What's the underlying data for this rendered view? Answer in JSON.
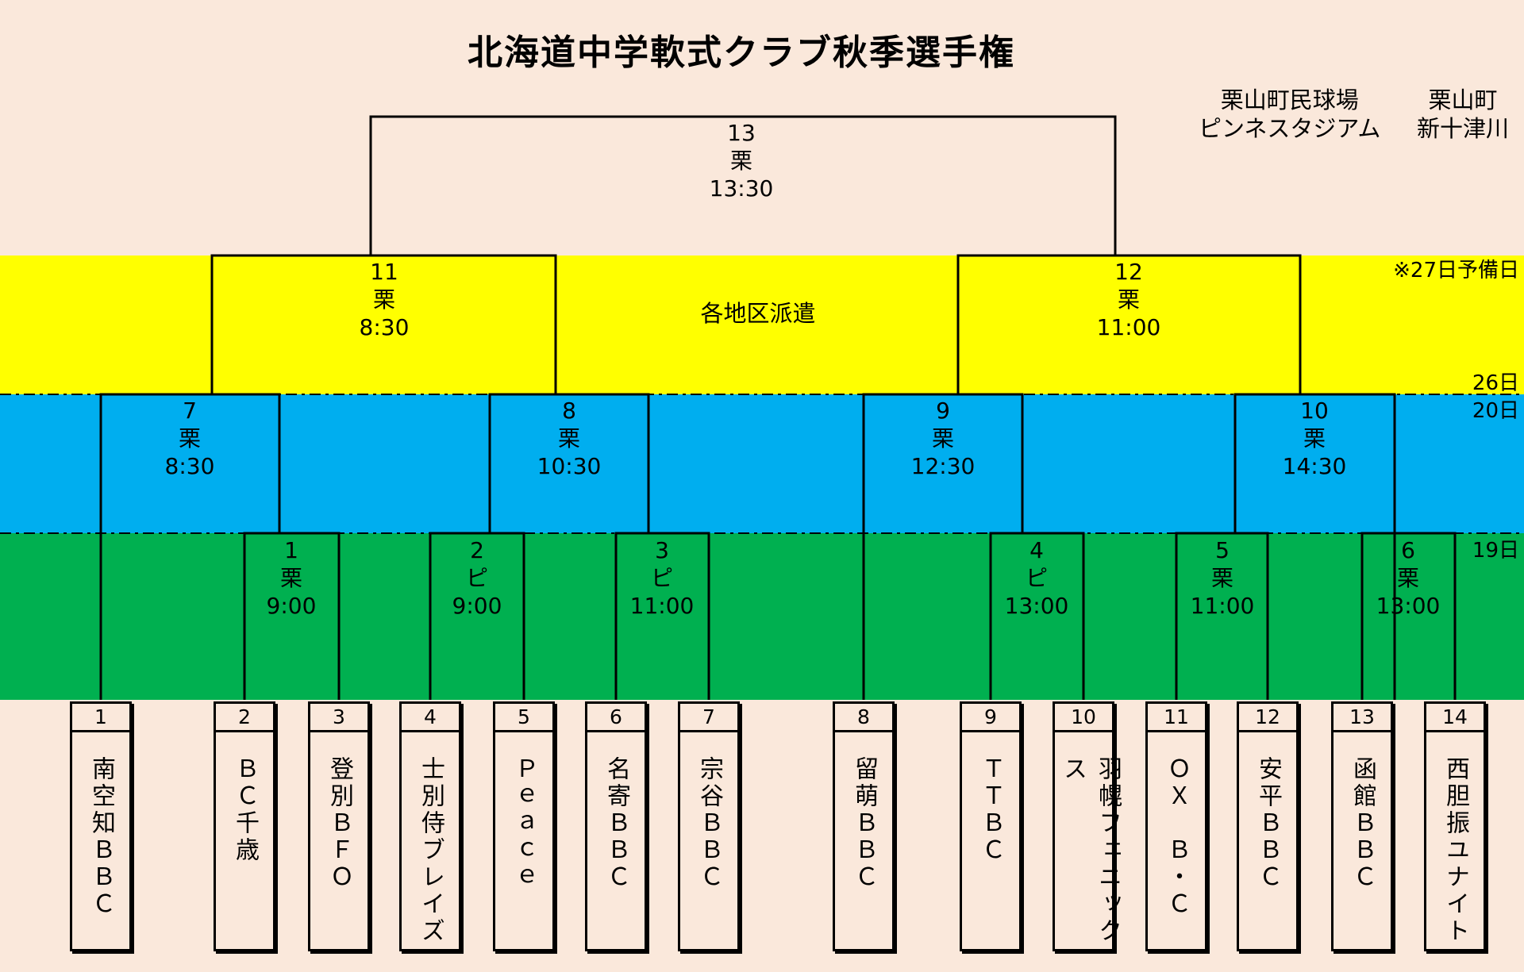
{
  "title": "北海道中学軟式クラブ秋季選手権",
  "venues": [
    {
      "line1": "栗山町民球場",
      "line2": "ピンネスタジアム"
    },
    {
      "line1": "栗山町",
      "line2": "新十津川"
    }
  ],
  "dates": {
    "reserve": "※27日予備日",
    "d26": "26日",
    "d20": "20日",
    "d19": "19日"
  },
  "note_center": "各地区派遣",
  "colors": {
    "background": "#FAE8DB",
    "band_final": "#FFFF00",
    "band_second": "#00AEEF",
    "band_first": "#00B050",
    "line": "#000000"
  },
  "games": [
    {
      "num": "1",
      "venue": "栗",
      "time": "9:00"
    },
    {
      "num": "2",
      "venue": "ピ",
      "time": "9:00"
    },
    {
      "num": "3",
      "venue": "ピ",
      "time": "11:00"
    },
    {
      "num": "4",
      "venue": "ピ",
      "time": "13:00"
    },
    {
      "num": "5",
      "venue": "栗",
      "time": "11:00"
    },
    {
      "num": "6",
      "venue": "栗",
      "time": "13:00"
    },
    {
      "num": "7",
      "venue": "栗",
      "time": "8:30"
    },
    {
      "num": "8",
      "venue": "栗",
      "time": "10:30"
    },
    {
      "num": "9",
      "venue": "栗",
      "time": "12:30"
    },
    {
      "num": "10",
      "venue": "栗",
      "time": "14:30"
    },
    {
      "num": "11",
      "venue": "栗",
      "time": "8:30"
    },
    {
      "num": "12",
      "venue": "栗",
      "time": "11:00"
    },
    {
      "num": "13",
      "venue": "栗",
      "time": "13:30"
    }
  ],
  "teams": [
    {
      "num": "1",
      "name": "南空知ＢＢＣ"
    },
    {
      "num": "2",
      "name": "ＢＣ千歳"
    },
    {
      "num": "3",
      "name": "登別ＢＦＯ"
    },
    {
      "num": "4",
      "name": "士別侍ブレイズ"
    },
    {
      "num": "5",
      "name": "Ｐｅａｃｅ"
    },
    {
      "num": "6",
      "name": "名寄ＢＢＣ"
    },
    {
      "num": "7",
      "name": "宗谷ＢＢＣ"
    },
    {
      "num": "8",
      "name": "留萌ＢＢＣ"
    },
    {
      "num": "9",
      "name": "ＴＴＢＣ"
    },
    {
      "num": "10",
      "name": "羽幌フェニックス"
    },
    {
      "num": "11",
      "name": "ＯＸ　Ｂ・Ｃ"
    },
    {
      "num": "12",
      "name": "安平ＢＢＣ"
    },
    {
      "num": "13",
      "name": "函館ＢＢＣ"
    },
    {
      "num": "14",
      "name": "西胆振ユナイト"
    }
  ]
}
